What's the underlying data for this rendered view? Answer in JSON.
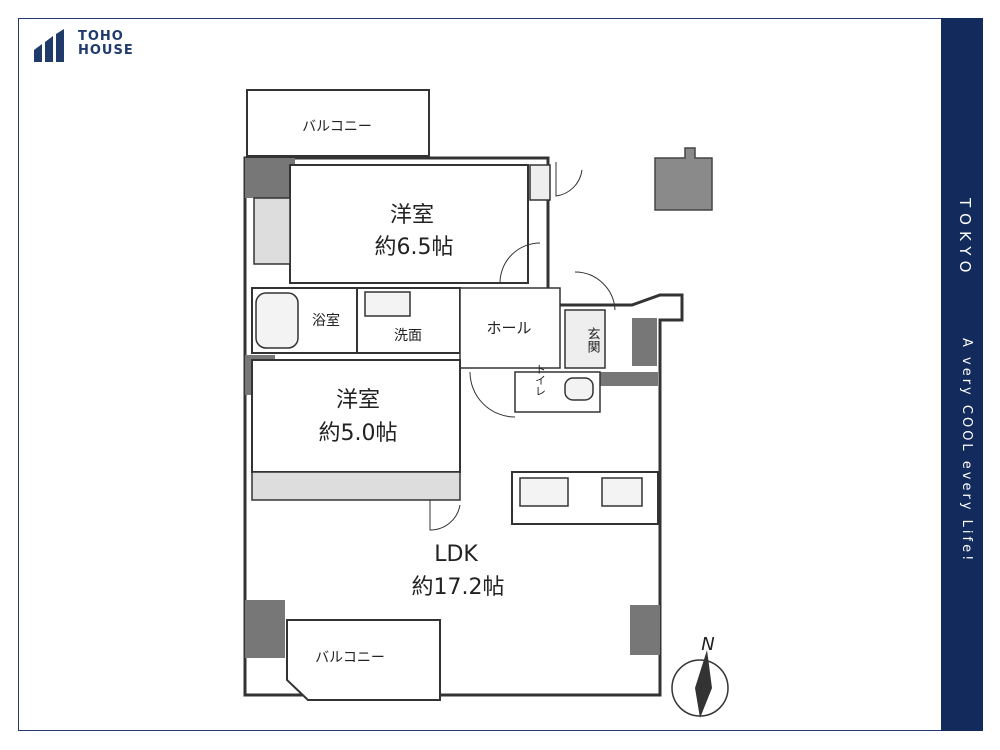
{
  "brand": {
    "line1": "TOHO",
    "line2": "HOUSE",
    "color": "#1f3a6b"
  },
  "side_band": {
    "city": "TOKYO",
    "tagline": "A very COOL every Life!",
    "color": "#122a5c"
  },
  "floorplan": {
    "rooms": {
      "balcony_top": "バルコニー",
      "western1_name": "洋室",
      "western1_size": "約6.5帖",
      "bath": "浴室",
      "washroom": "洗面",
      "hall": "ホール",
      "entrance": "玄関",
      "toilet": "トイレ",
      "western2_name": "洋室",
      "western2_size": "約5.0帖",
      "ldk_name": "LDK",
      "ldk_size": "約17.2帖",
      "balcony_bottom": "バルコニー"
    },
    "compass": "N",
    "colors": {
      "wall": "#6e6e6e",
      "floor": "#eeeeee",
      "pillar": "#8a8a8a",
      "outline": "#333333"
    }
  }
}
